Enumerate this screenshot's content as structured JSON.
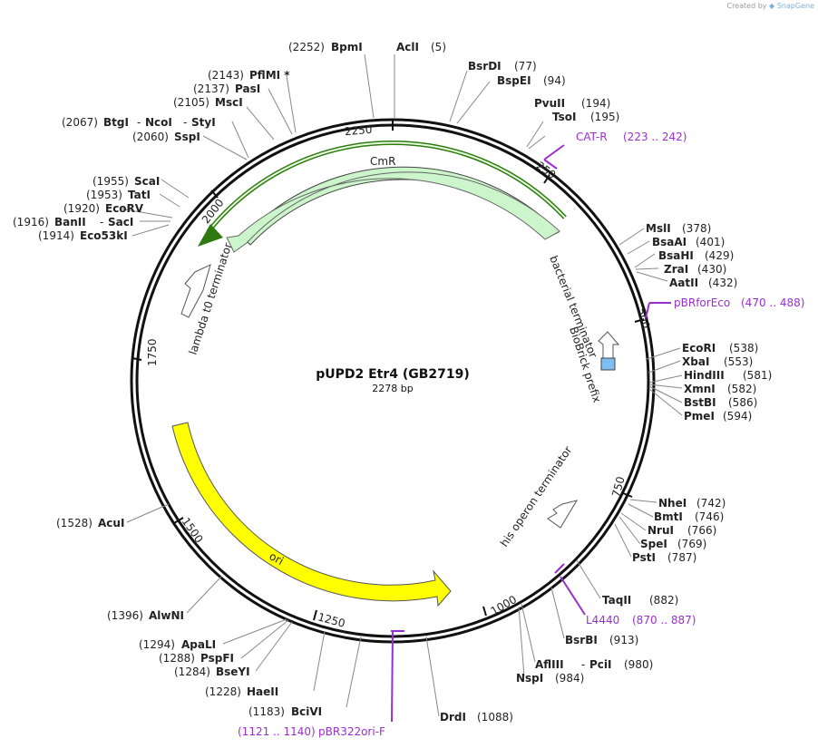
{
  "credit": {
    "prefix": "Created by",
    "brand": "SnapGene"
  },
  "plasmid": {
    "name": "pUPD2 Etr4 (GB2719)",
    "size": "2278 bp"
  },
  "ticks": [
    "2250",
    "250",
    "500",
    "750",
    "1000",
    "1250",
    "1500",
    "1750",
    "2000"
  ],
  "sites": [
    {
      "name": "BpmI",
      "pos": "(2252)"
    },
    {
      "name": "AclI",
      "pos": "(5)"
    },
    {
      "name": "BsrDI",
      "pos": "(77)"
    },
    {
      "name": "BspEI",
      "pos": "(94)"
    },
    {
      "name": "PvuII",
      "pos": "(194)"
    },
    {
      "name": "TsoI",
      "pos": "(195)"
    },
    {
      "name": "MslI",
      "pos": "(378)"
    },
    {
      "name": "BsaAI",
      "pos": "(401)"
    },
    {
      "name": "BsaHI",
      "pos": "(429)"
    },
    {
      "name": "ZraI",
      "pos": "(430)"
    },
    {
      "name": "AatII",
      "pos": "(432)"
    },
    {
      "name": "EcoRI",
      "pos": "(538)"
    },
    {
      "name": "XbaI",
      "pos": "(553)"
    },
    {
      "name": "HindIII",
      "pos": "(581)"
    },
    {
      "name": "XmnI",
      "pos": "(582)"
    },
    {
      "name": "BstBI",
      "pos": "(586)"
    },
    {
      "name": "PmeI",
      "pos": "(594)"
    },
    {
      "name": "NheI",
      "pos": "(742)"
    },
    {
      "name": "BmtI",
      "pos": "(746)"
    },
    {
      "name": "NruI",
      "pos": "(766)"
    },
    {
      "name": "SpeI",
      "pos": "(769)"
    },
    {
      "name": "PstI",
      "pos": "(787)"
    },
    {
      "name": "TaqII",
      "pos": "(882)"
    },
    {
      "name": "BsrBI",
      "pos": "(913)"
    },
    {
      "name": "AflIII",
      "pos": "(980)"
    },
    {
      "name": "PciI",
      "pos": ""
    },
    {
      "name": "NspI",
      "pos": "(984)"
    },
    {
      "name": "DrdI",
      "pos": "(1088)"
    },
    {
      "name": "BciVI",
      "pos": "(1183)"
    },
    {
      "name": "HaeII",
      "pos": "(1228)"
    },
    {
      "name": "BseYI",
      "pos": "(1284)"
    },
    {
      "name": "PspFI",
      "pos": "(1288)"
    },
    {
      "name": "ApaLI",
      "pos": "(1294)"
    },
    {
      "name": "AlwNI",
      "pos": "(1396)"
    },
    {
      "name": "AcuI",
      "pos": "(1528)"
    },
    {
      "name": "Eco53kI",
      "pos": "(1914)"
    },
    {
      "name": "BanII",
      "pos": "(1916)"
    },
    {
      "name": "SacI",
      "pos": ""
    },
    {
      "name": "EcoRV",
      "pos": "(1920)"
    },
    {
      "name": "TatI",
      "pos": "(1953)"
    },
    {
      "name": "ScaI",
      "pos": "(1955)"
    },
    {
      "name": "SspI",
      "pos": "(2060)"
    },
    {
      "name": "BtgI",
      "pos": "(2067)"
    },
    {
      "name": "NcoI",
      "pos": ""
    },
    {
      "name": "StyI",
      "pos": ""
    },
    {
      "name": "MscI",
      "pos": "(2105)"
    },
    {
      "name": "PasI",
      "pos": "(2137)"
    },
    {
      "name": "PflMI *",
      "pos": "(2143)"
    }
  ],
  "primers": [
    {
      "name": "CAT-R",
      "range": "(223 .. 242)"
    },
    {
      "name": "pBRforEco",
      "range": "(470 .. 488)"
    },
    {
      "name": "L4440",
      "range": "(870 .. 887)"
    },
    {
      "name": "pBR322ori-F",
      "range": "(1121 .. 1140)"
    }
  ],
  "features": {
    "cmr": "CmR",
    "ori": "ori",
    "bacterial_terminator": "bacterial terminator",
    "biobrick_prefix": "BioBrick prefix",
    "his_operon_terminator": "his operon terminator",
    "lambda_t0_terminator": "lambda t0 terminator"
  },
  "colors": {
    "cmr": "#ccf5cc",
    "cmr_dark": "#2d7a10",
    "ori": "#ffff00",
    "terminator": "#ffffff",
    "biobrick": "#7fbef0",
    "primer": "#9a2fd0",
    "backbone": "#111111"
  }
}
